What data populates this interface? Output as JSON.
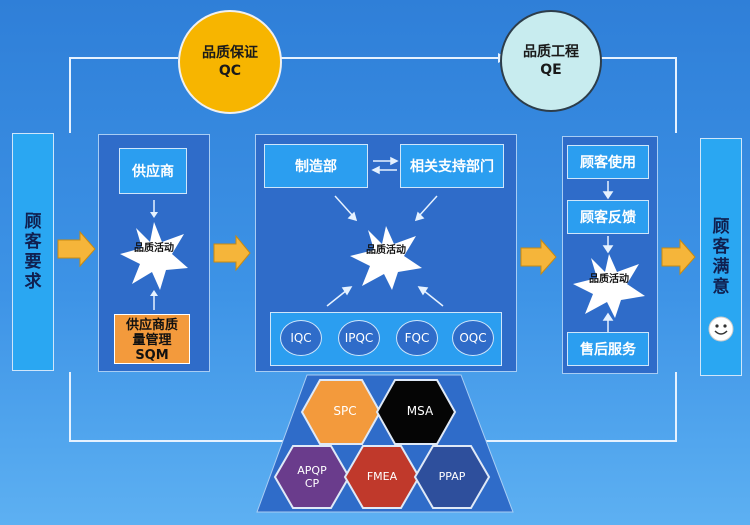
{
  "left_block": {
    "label": "顾客要求"
  },
  "right_block": {
    "label": "顾客满意",
    "smiley": "smiley-face-icon"
  },
  "top_circles": [
    {
      "line1": "品质保证",
      "line2": "QC",
      "color": "#f7b500"
    },
    {
      "line1": "品质工程",
      "line2": "QE",
      "color": "#c8ecef"
    }
  ],
  "supplier_panel": {
    "top_box": "供应商",
    "star": "品质活动",
    "sqm_line1": "供应商质",
    "sqm_line2": "量管理",
    "sqm_line3": "SQM"
  },
  "middle_panel": {
    "left_box": "制造部",
    "right_box": "相关支持部门",
    "star": "品质活动",
    "inspections": [
      "IQC",
      "IPQC",
      "FQC",
      "OQC"
    ]
  },
  "customer_panel": {
    "box1": "顾客使用",
    "box2": "顾客反馈",
    "star": "品质活动",
    "box3": "售后服务"
  },
  "tools": {
    "spc": "SPC",
    "msa": "MSA",
    "apqp_line1": "APQP",
    "apqp_line2": "CP",
    "fmea": "FMEA",
    "ppap": "PPAP"
  },
  "colors": {
    "qc_circle": "#f7b500",
    "qe_circle": "#c8ecef",
    "sqm_box": "#f39a3c",
    "arrow": "#f5b53a",
    "spc": "#f39a3c",
    "msa": "#050505",
    "apqp": "#6a3c8c",
    "fmea": "#c0392b",
    "ppap": "#2e4f9c"
  }
}
